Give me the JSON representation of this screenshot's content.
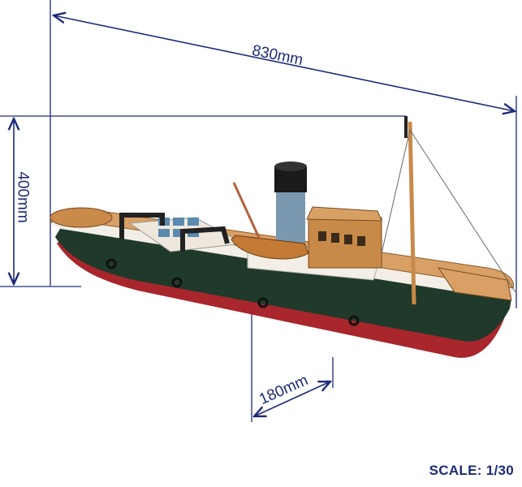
{
  "dimensions": {
    "length": "830mm",
    "height": "400mm",
    "width": "180mm"
  },
  "scale_label": "SCALE: 1/30",
  "colors": {
    "dimension_lines": "#1d2a7a",
    "hull_red": "#a8262c",
    "hull_green": "#1f3a2a",
    "deck_wood": "#c98a4a"
  }
}
